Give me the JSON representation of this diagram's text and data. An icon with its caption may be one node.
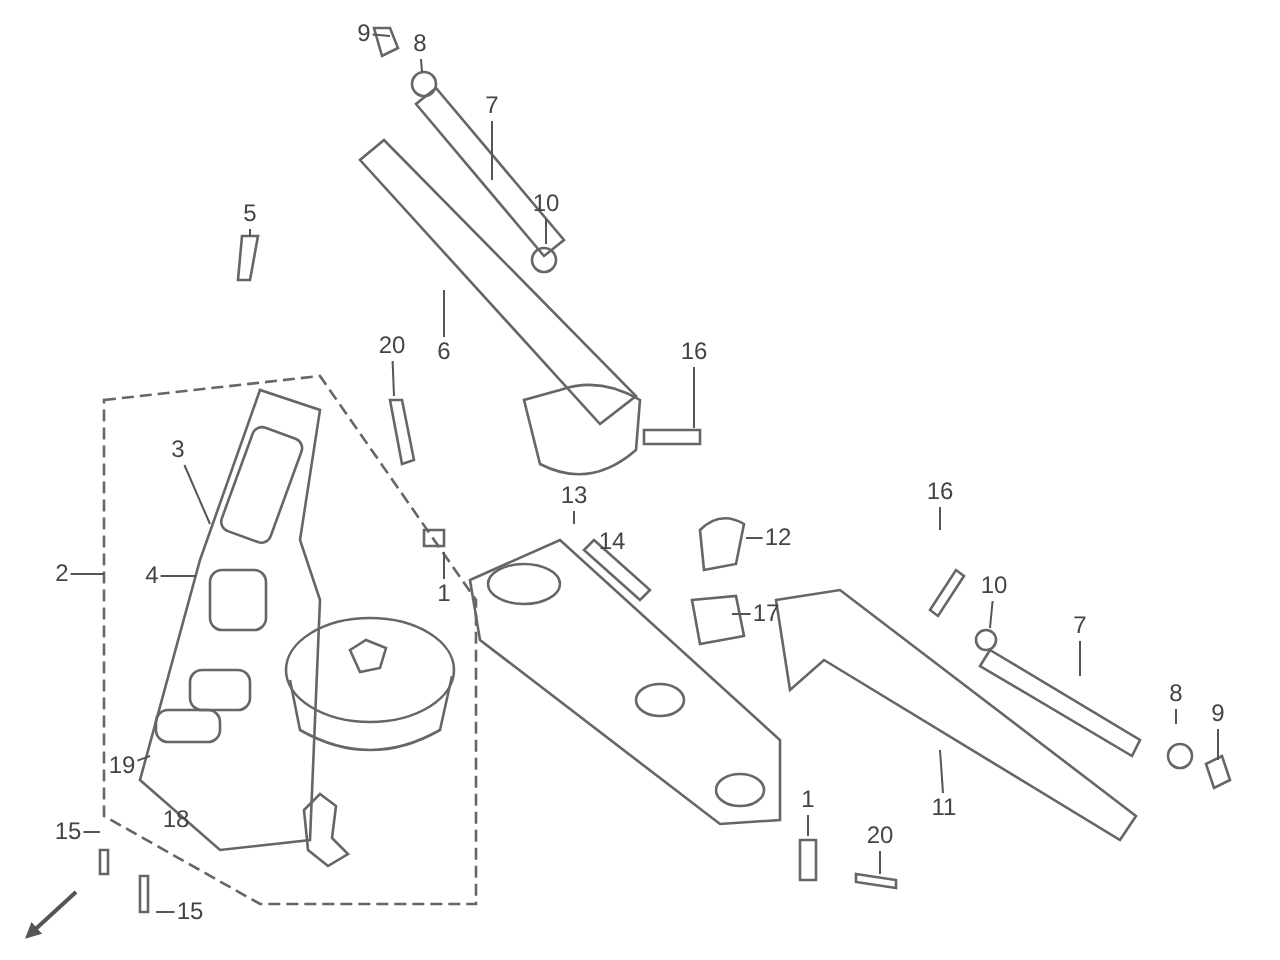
{
  "diagram": {
    "nodes": [
      {
        "text": [
          "9"
        ]
      },
      {
        "text": [
          "8"
        ]
      },
      {
        "text": [
          "7"
        ]
      },
      {
        "text": [
          "5"
        ]
      },
      {
        "text": [
          "10"
        ]
      },
      {
        "text": [
          "20"
        ]
      },
      {
        "text": [
          "6"
        ]
      },
      {
        "text": [
          "16"
        ]
      },
      {
        "text": [
          "3"
        ]
      },
      {
        "text": [
          "13"
        ]
      },
      {
        "text": [
          "16"
        ]
      },
      {
        "text": [
          "12"
        ]
      },
      {
        "text": [
          "1"
        ]
      },
      {
        "text": [
          "2"
        ]
      },
      {
        "text": [
          "10"
        ]
      },
      {
        "text": [
          "7"
        ]
      },
      {
        "text": [
          "4"
        ]
      },
      {
        "text": [
          "17"
        ]
      },
      {
        "text": [
          "8"
        ]
      },
      {
        "text": [
          "9"
        ]
      },
      {
        "text": [
          "11"
        ]
      },
      {
        "text": [
          "19"
        ]
      },
      {
        "text": [
          "1"
        ]
      },
      {
        "text": [
          "15"
        ]
      },
      {
        "text": [
          "20"
        ]
      },
      {
        "text": [
          "15"
        ]
      }
    ],
    "edges": [
      {
        "from": 0,
        "to": null,
        "arrow": "none"
      },
      {
        "from": 1,
        "to": null,
        "arrow": "none"
      },
      {
        "from": 2,
        "to": null,
        "arrow": "none"
      },
      {
        "from": 3,
        "to": null,
        "arrow": "none"
      },
      {
        "from": 4,
        "to": null,
        "arrow": "none"
      },
      {
        "from": 5,
        "to": null,
        "arrow": "none"
      },
      {
        "from": 6,
        "to": null,
        "arrow": "none"
      },
      {
        "from": 7,
        "to": null,
        "arrow": "none"
      },
      {
        "from": 8,
        "to": null,
        "arrow": "none"
      },
      {
        "from": 9,
        "to": null,
        "arrow": "none"
      },
      {
        "from": 10,
        "to": null,
        "arrow": "none"
      },
      {
        "from": 11,
        "to": null,
        "arrow": "none"
      },
      {
        "from": 12,
        "to": null,
        "arrow": "none"
      },
      {
        "from": 13,
        "to": null,
        "arrow": "none"
      },
      {
        "from": 14,
        "to": null,
        "arrow": "none"
      },
      {
        "from": 15,
        "to": null,
        "arrow": "none"
      },
      {
        "from": 16,
        "to": null,
        "arrow": "none"
      },
      {
        "from": 17,
        "to": null,
        "arrow": "none"
      },
      {
        "from": 18,
        "to": null,
        "arrow": "none"
      },
      {
        "from": 19,
        "to": null,
        "arrow": "none"
      },
      {
        "from": 20,
        "to": null,
        "arrow": "none"
      },
      {
        "from": 21,
        "to": null,
        "arrow": "none"
      },
      {
        "from": 22,
        "to": null,
        "arrow": "none"
      },
      {
        "from": 23,
        "to": null,
        "arrow": "none"
      },
      {
        "from": 24,
        "to": null,
        "arrow": "none"
      },
      {
        "from": 25,
        "to": null,
        "arrow": "none"
      }
    ],
    "labels": [
      "14",
      "18"
    ]
  }
}
